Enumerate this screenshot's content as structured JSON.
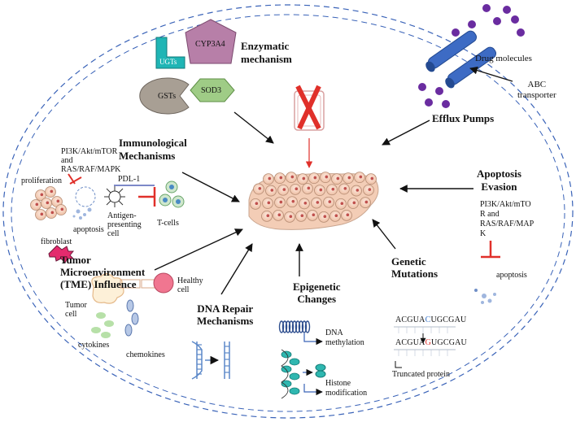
{
  "labels": {
    "enzymatic_mechanism": "Enzymatic\nmechanism",
    "ugts": "UGTs",
    "cyp3a4": "CYP3A4",
    "gsts": "GSTs",
    "sod3": "SOD3",
    "drug_molecules": "Drug molecules",
    "abc_transporter": "ABC\ntransporter",
    "efflux_pumps": "Efflux Pumps",
    "immunological_mechanisms": "Immunological\nMechanisms",
    "pi3k_pathway_left": "PI3K/Akt/mTOR\nand\nRAS/RAF/MAPK",
    "proliferation": "proliferation",
    "apoptosis_left": "apoptosis",
    "pdl1": "PDL-1",
    "antigen_presenting_cell": "Antigen-\npresenting\ncell",
    "t_cells": "T-cells",
    "apoptosis_evasion": "Apoptosis\nEvasion",
    "pi3k_pathway_right": "PI3K/Akt/mTO\nR and\nRAS/RAF/MAP\nK",
    "apoptosis_right": "apoptosis",
    "fibroblast": "fibroblast",
    "tme_influence": "Tumor\nMicroenvironment\n(TME) Influence",
    "tumor_cell": "Tumor\ncell",
    "healthy_cell": "Healthy\ncell",
    "cytokines": "cytokines",
    "chemokines": "chemokines",
    "dna_repair": "DNA Repair\nMechanisms",
    "epigenetic_changes": "Epigenetic\nChanges",
    "dna_methylation": "DNA\nmethylation",
    "histone_modification": "Histone\nmodification",
    "genetic_mutations": "Genetic\nMutations",
    "sequence_top_a": "ACGUA",
    "sequence_top_b": "C",
    "sequence_top_c": "UGCGAU",
    "sequence_bottom_a": "ACGUA",
    "sequence_bottom_b": "G",
    "sequence_bottom_c": "UGCGAU",
    "truncated_protein": "Truncated protein"
  },
  "colors": {
    "ellipse_outline": "#3a63b8",
    "arrow": "#111111",
    "red_arrow": "#e0302a",
    "inhibit": "#e0302a",
    "ugts": "#1fb5b5",
    "cyp3a4": "#b77fa8",
    "gsts": "#a89f94",
    "sod3": "#9fcc86",
    "drug_molecule": "#6a2ca0",
    "transporter": "#3d6bc4",
    "tumor_cell_fill": "#f6d3bd",
    "tumor_cell_nucleus": "#c0504d",
    "mutation_c": "#2f6fc7",
    "mutation_g": "#e0302a",
    "dna_strand": "#5a87c8",
    "histone": "#2fb7b0"
  },
  "icons": [
    "no-drug-pill-icon",
    "tumor-cell-cluster-icon",
    "drug-molecule-icon",
    "abc-transporter-icon",
    "fibroblast-icon",
    "dna-repair-icon",
    "dna-methylation-icon",
    "histone-icon",
    "t-cell-icon",
    "antigen-presenting-cell-icon",
    "apoptotic-cell-icon",
    "healthy-cell-icon"
  ]
}
